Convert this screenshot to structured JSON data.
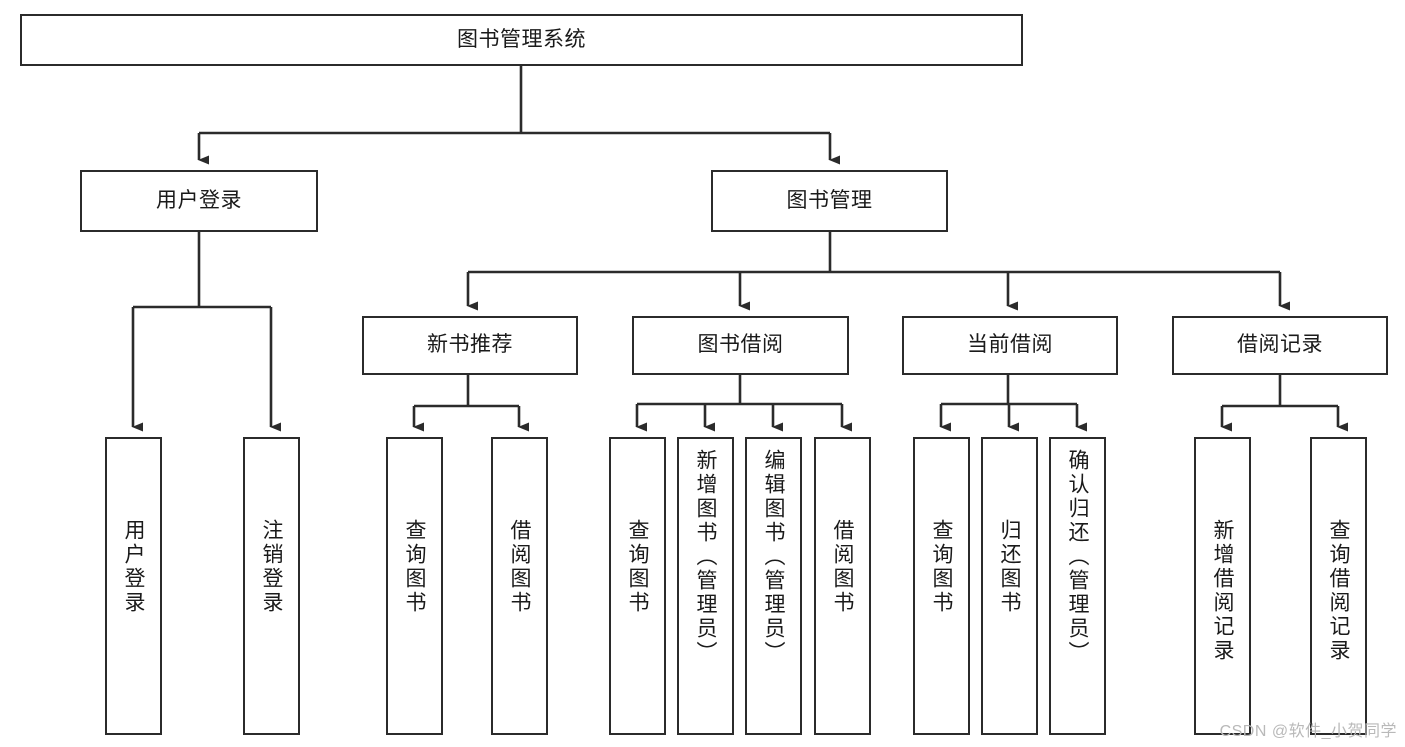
{
  "diagram": {
    "title": "图书管理系统",
    "type": "tree",
    "watermark": "CSDN @软件_小贺同学",
    "colors": {
      "border": "#2b2b2b",
      "connector": "#2b2b2b",
      "background": "#ffffff",
      "text": "#1a1a1a",
      "watermark": "#b9b9b9"
    },
    "root": {
      "label": "图书管理系统"
    },
    "level2": [
      {
        "label": "用户登录"
      },
      {
        "label": "图书管理"
      }
    ],
    "level3": [
      {
        "label": "新书推荐"
      },
      {
        "label": "图书借阅"
      },
      {
        "label": "当前借阅"
      },
      {
        "label": "借阅记录"
      }
    ],
    "leaves": {
      "user_login": [
        {
          "label": "用户登录"
        },
        {
          "label": "注销登录"
        }
      ],
      "new_book_recommend": [
        {
          "label": "查询图书"
        },
        {
          "label": "借阅图书"
        }
      ],
      "book_borrow": [
        {
          "label": "查询图书"
        },
        {
          "label": "新增图书（管理员）"
        },
        {
          "label": "编辑图书（管理员）"
        },
        {
          "label": "借阅图书"
        }
      ],
      "current_borrow": [
        {
          "label": "查询图书"
        },
        {
          "label": "归还图书"
        },
        {
          "label": "确认归还（管理员）"
        }
      ],
      "borrow_record": [
        {
          "label": "新增借阅记录"
        },
        {
          "label": "查询借阅记录"
        }
      ]
    }
  }
}
